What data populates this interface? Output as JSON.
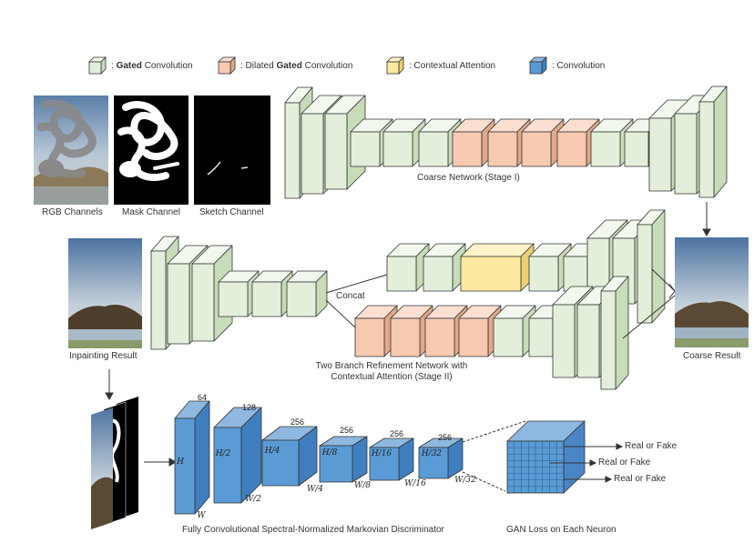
{
  "legend": {
    "gated_prefix": ":",
    "gated_bold": "Gated",
    "gated_suffix": "Convolution",
    "dilated_prefix": ": Dilated",
    "dilated_bold": "Gated",
    "dilated_suffix": "Convolution",
    "contextual": ": Contextual Attention",
    "conv": ": Convolution"
  },
  "inputs": {
    "rgb": "RGB Channels",
    "mask": "Mask Channel",
    "sketch": "Sketch Channel"
  },
  "coarse_network": "Coarse Network (Stage I)",
  "coarse_result": "Coarse Result",
  "inpainting_result": "Inpainting Result",
  "concat": "Concat",
  "refinement_line1": "Two Branch Refinement Network with",
  "refinement_line2": "Contextual Attention (Stage II)",
  "discriminator": {
    "caption": "Fully Convolutional Spectral-Normalized Markovian Discriminator",
    "gan_caption": "GAN Loss on Each Neuron",
    "channels": [
      "64",
      "128",
      "256",
      "256",
      "256",
      "256"
    ],
    "h_labels": [
      "H",
      "H/2",
      "H/4",
      "H/8",
      "H/16",
      "H/32"
    ],
    "w_labels": [
      "W",
      "W/2",
      "W/4",
      "W/8",
      "W/16",
      "W/32"
    ],
    "outputs": [
      "Real or Fake",
      "Real or Fake",
      "Real or Fake"
    ]
  },
  "colors": {
    "gated": "#e3efda",
    "dilated": "#f6c9b0",
    "contextual": "#fde8a0",
    "conv": "#5b9bd5",
    "edge": "#333333"
  }
}
